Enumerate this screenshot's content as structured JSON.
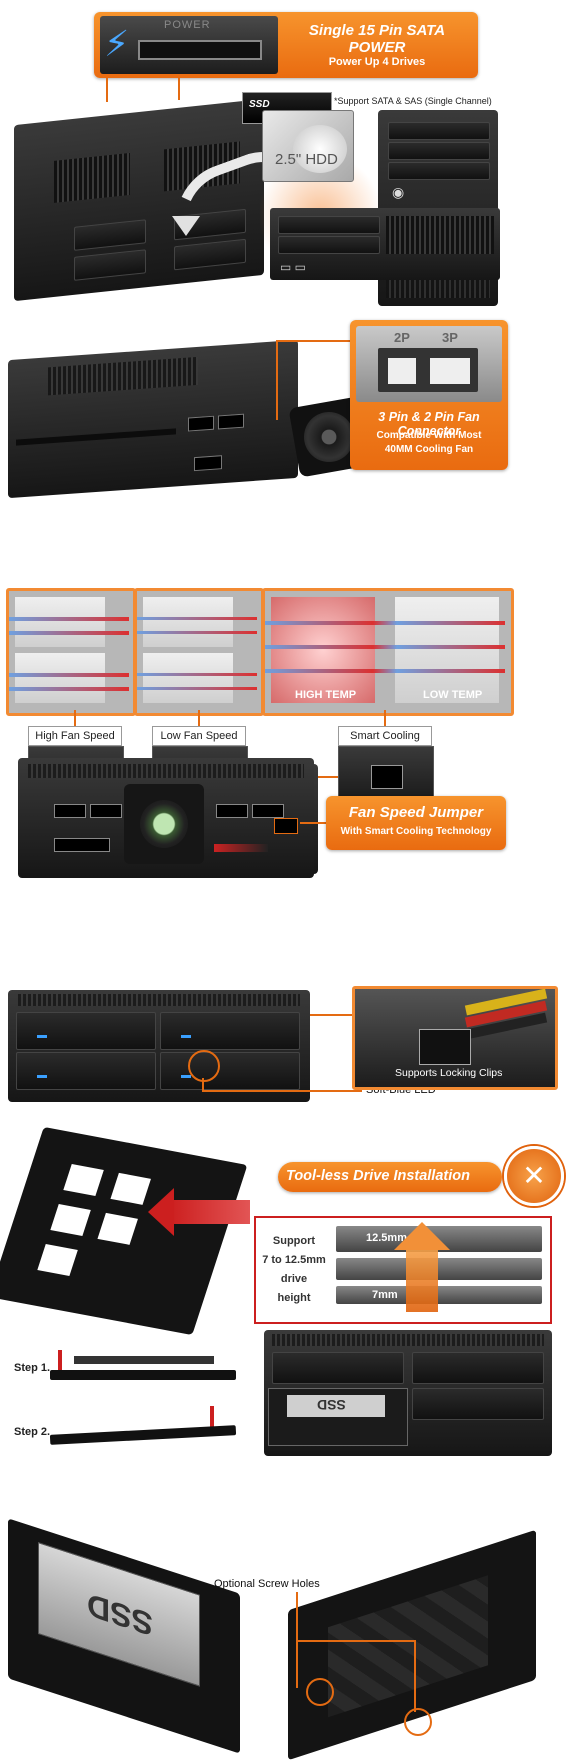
{
  "section1": {
    "power_connector_text": "POWER",
    "banner_title": "Single 15 Pin SATA POWER",
    "banner_subtitle": "Power Up 4 Drives",
    "support_note": "*Support SATA & SAS (Single Channel)",
    "ssd_label": "SSD",
    "hdd_label": "2.5\" HDD"
  },
  "section2": {
    "pin_labels": [
      "2P",
      "3P"
    ],
    "banner_title": "3 Pin & 2 Pin Fan Connector",
    "banner_line1": "Compatible With Most",
    "banner_line2": "40MM Cooling Fan"
  },
  "section3": {
    "panel_labels": [
      "HIGH TEMP",
      "LOW TEMP"
    ],
    "jumper_labels": [
      "High Fan Speed",
      "Low Fan Speed",
      "Smart Cooling"
    ],
    "banner_title": "Fan Speed Jumper",
    "banner_subtitle": "With Smart Cooling Technology"
  },
  "section4": {
    "locking_caption": "Supports Locking Clips",
    "led_caption": "Soft-Blue LED"
  },
  "section5": {
    "banner_title": "Tool-less Drive Installation",
    "support_lines": [
      "Support",
      "7 to 12.5mm",
      "drive",
      "height"
    ],
    "drive_heights": [
      "12.5mm",
      "7mm"
    ],
    "steps": [
      "Step 1.",
      "Step 2."
    ],
    "tray_ssd_label": "SSD"
  },
  "section6": {
    "tray_ssd_label": "SSD",
    "screw_caption": "Optional Screw Holes"
  },
  "colors": {
    "accent_orange": "#e96b10",
    "frame_orange": "#f28a32",
    "led_blue": "#3aa0ff",
    "annotation_red": "#cc1f1f"
  }
}
